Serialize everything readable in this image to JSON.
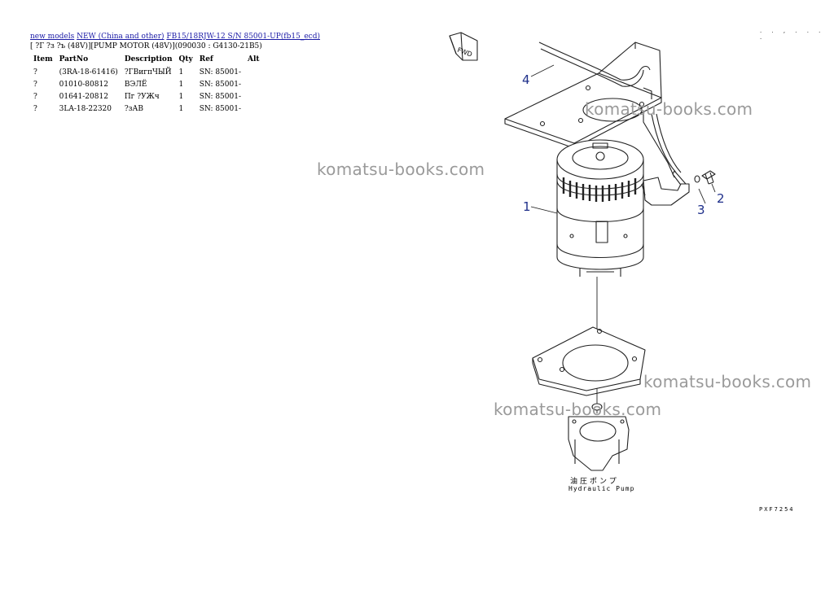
{
  "breadcrumb": {
    "link1": "new models",
    "link2": "NEW (China and other)",
    "link3": "FB15/18RJW-12 S/N 85001-UP(fb15_ecd)"
  },
  "page_title": "[ ?Г ?з ?ъ (48V)][PUMP MOTOR (48V)](090030 : G4130-21B5)",
  "table": {
    "headers": [
      "Item",
      "PartNo",
      "Description",
      "Qty",
      "Ref",
      "Alt"
    ],
    "rows": [
      [
        "?",
        "(3RA-18-61416)",
        "?ГВигпЧЫЙ",
        "1",
        "SN: 85001-",
        ""
      ],
      [
        "?",
        "01010-80812",
        "ВЭЛЁ",
        "1",
        "SN: 85001-",
        ""
      ],
      [
        "?",
        "01641-20812",
        "Пг ?УЖч",
        "1",
        "SN: 85001-",
        ""
      ],
      [
        "?",
        "3LA-18-22320",
        "?зАВ",
        "1",
        "SN: 85001-",
        ""
      ]
    ]
  },
  "watermark": "komatsu-books.com",
  "diagram": {
    "callouts": [
      "1",
      "2",
      "3",
      "4"
    ],
    "fwd_label": "FWD",
    "pump_label_jp": "油圧ポンプ",
    "pump_label_en": "Hydraulic Pump",
    "drawing_code": "PXF7254",
    "corner_marks": ". . , . . . ."
  }
}
